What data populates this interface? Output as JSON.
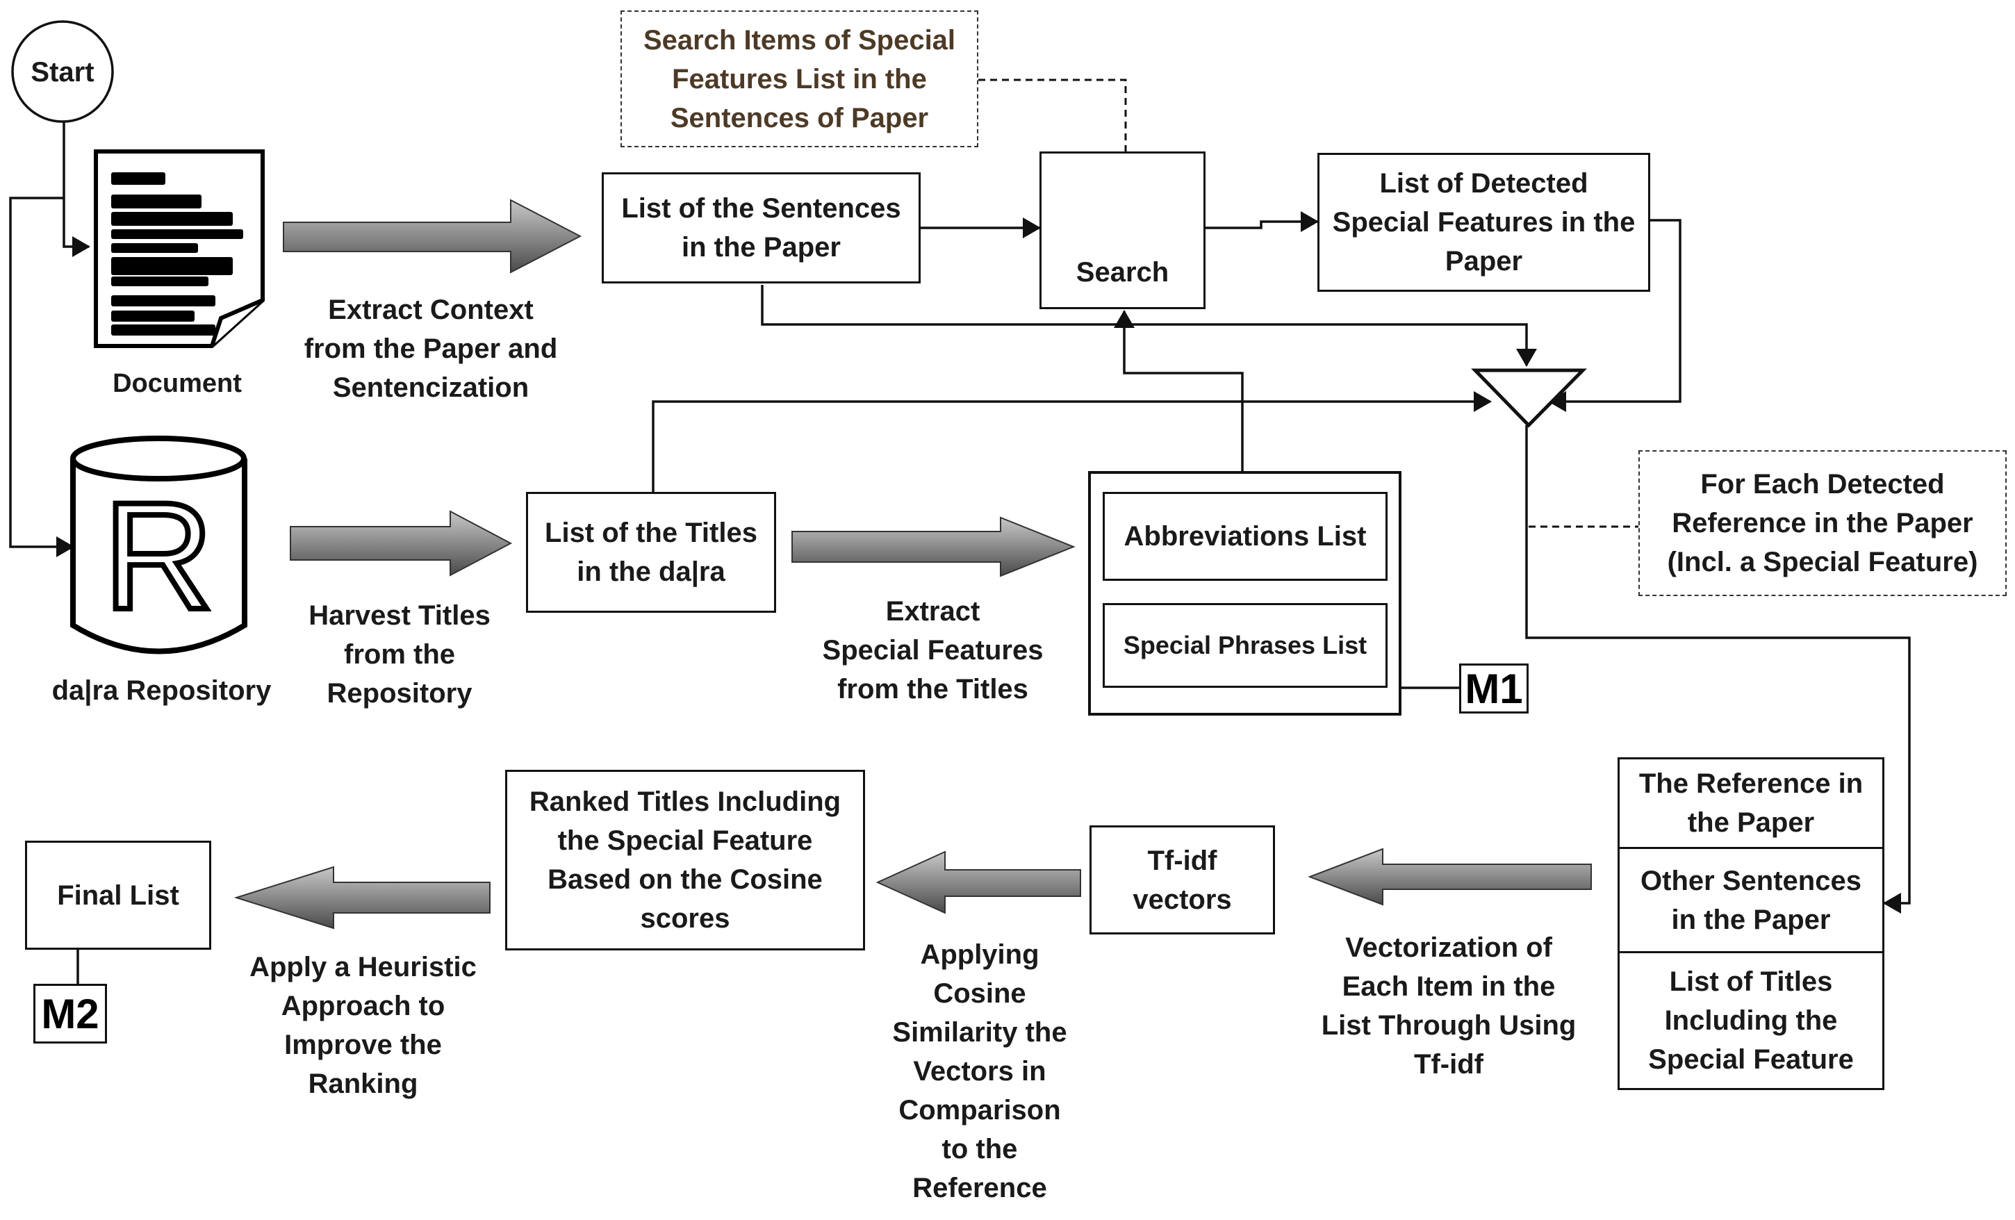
{
  "start": "Start",
  "document_label": "Document",
  "repository_label": "da|ra Repository",
  "repository_glyph": "R",
  "search_label": "Search",
  "search_note": "Search Items of Special\nFeatures List in the\nSentences of Paper",
  "sentences_box": "List of the Sentences\nin the Paper",
  "detected_box": "List of Detected\nSpecial Features in the\nPaper",
  "titles_box": "List of the Titles\nin the da|ra",
  "abbrev_box": "Abbreviations List",
  "phrases_box": "Special Phrases List",
  "m1": "M1",
  "m2": "M2",
  "foreach_note": "For Each Detected\nReference in the Paper\n(Incl. a Special Feature)",
  "ref_box_1": "The Reference in\nthe Paper",
  "ref_box_2": "Other Sentences\nin the Paper",
  "ref_box_3": "List of Titles\nIncluding the\nSpecial Feature",
  "tfidf_box": "Tf-idf\nvectors",
  "ranked_box": "Ranked Titles Including\nthe Special Feature\nBased on the Cosine\nscores",
  "final_box": "Final List",
  "label_extract_context": "Extract Context\nfrom the Paper and\nSentencization",
  "label_harvest": "Harvest Titles\nfrom the\nRepository",
  "label_extract_features": "Extract\nSpecial Features\nfrom the Titles",
  "label_vectorization": "Vectorization of\nEach Item in the\nList Through Using\nTf-idf",
  "label_cosine": "Applying\nCosine\nSimilarity the\nVectors in\nComparison\nto the\nReference",
  "label_heuristic": "Apply a Heuristic\nApproach to\nImprove the\nRanking"
}
